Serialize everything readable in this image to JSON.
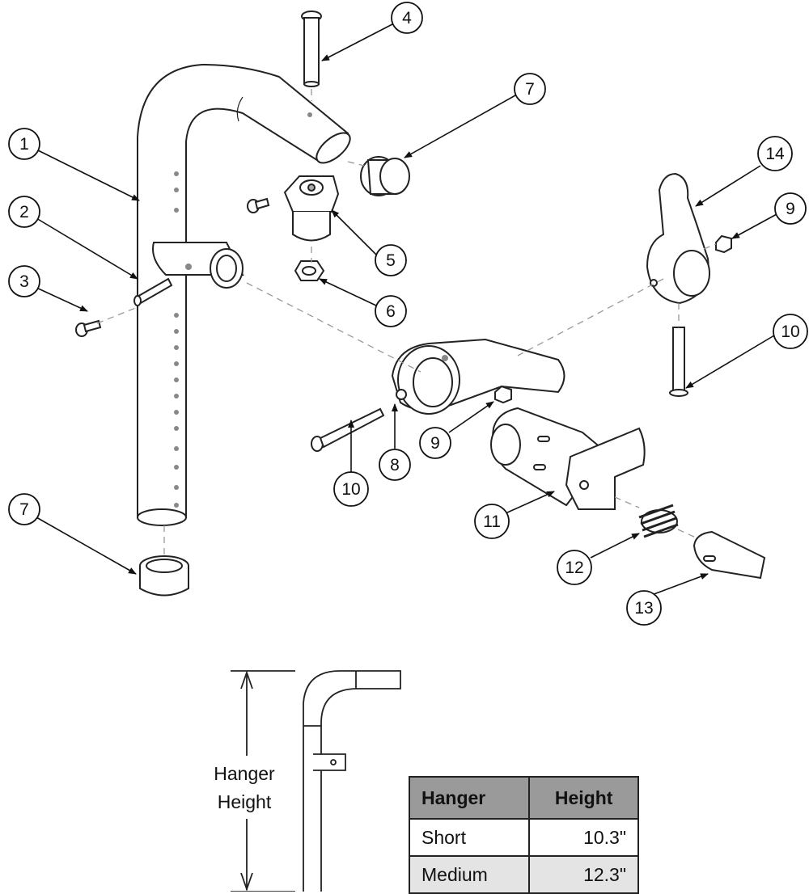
{
  "callouts": [
    {
      "id": "c1",
      "label": "1"
    },
    {
      "id": "c2",
      "label": "2"
    },
    {
      "id": "c3",
      "label": "3"
    },
    {
      "id": "c4",
      "label": "4"
    },
    {
      "id": "c5",
      "label": "5"
    },
    {
      "id": "c6",
      "label": "6"
    },
    {
      "id": "c7a",
      "label": "7"
    },
    {
      "id": "c7b",
      "label": "7"
    },
    {
      "id": "c8",
      "label": "8"
    },
    {
      "id": "c9a",
      "label": "9"
    },
    {
      "id": "c9b",
      "label": "9"
    },
    {
      "id": "c10a",
      "label": "10"
    },
    {
      "id": "c10b",
      "label": "10"
    },
    {
      "id": "c11",
      "label": "11"
    },
    {
      "id": "c12",
      "label": "12"
    },
    {
      "id": "c13",
      "label": "13"
    },
    {
      "id": "c14",
      "label": "14"
    }
  ],
  "dimension": {
    "line1": "Hanger",
    "line2": "Height"
  },
  "table": {
    "headers": [
      "Hanger",
      "Height"
    ],
    "rows": [
      {
        "hanger": "Short",
        "height": "10.3\""
      },
      {
        "hanger": "Medium",
        "height": "12.3\""
      }
    ]
  }
}
